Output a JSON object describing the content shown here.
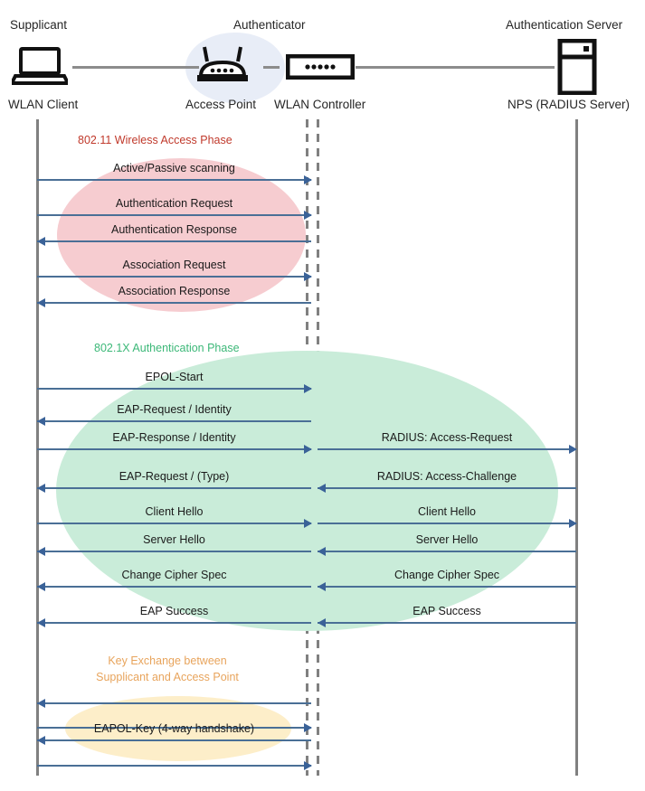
{
  "diagram": {
    "title": "802.1X / EAP WLAN authentication sequence",
    "colors": {
      "phase1": "#c0392b",
      "phase2": "#3cb878",
      "phase3": "#e8a45c",
      "arrow": "#4a6f96",
      "lifeline": "#808080",
      "blob_red": "#f6ccd0",
      "blob_green": "#c9ecd9",
      "blob_orange": "#fdeec9",
      "authenticator_blob": "#e8edf7"
    }
  },
  "actors": [
    {
      "role": "Supplicant",
      "device": "WLAN Client",
      "icon": "laptop-icon"
    },
    {
      "role": "Authenticator",
      "device": "Access Point",
      "icon": "access-point-icon"
    },
    {
      "role": "",
      "device": "WLAN Controller",
      "icon": "wlan-controller-icon"
    },
    {
      "role": "Authentication Server",
      "device": "NPS (RADIUS Server)",
      "icon": "server-icon"
    }
  ],
  "phases": [
    {
      "caption": "802.11 Wireless Access Phase",
      "caption_lines": [
        "802.11 Wireless Access Phase"
      ],
      "color": "#c0392b",
      "messages_left": [
        {
          "label": "Active/Passive scanning",
          "direction": "right"
        },
        {
          "label": "Authentication Request",
          "direction": "right"
        },
        {
          "label": "Authentication Response",
          "direction": "left"
        },
        {
          "label": "Association Request",
          "direction": "right"
        },
        {
          "label": "Association Response",
          "direction": "left"
        }
      ],
      "messages_right": []
    },
    {
      "caption": "802.1X Authentication Phase",
      "caption_lines": [
        "802.1X Authentication Phase"
      ],
      "color": "#3cb878",
      "messages_left": [
        {
          "label": "EPOL-Start",
          "direction": "right"
        },
        {
          "label": "EAP-Request / Identity",
          "direction": "left"
        },
        {
          "label": "EAP-Response / Identity",
          "direction": "right"
        },
        {
          "label": "EAP-Request / (Type)",
          "direction": "left"
        },
        {
          "label": "Client Hello",
          "direction": "right"
        },
        {
          "label": "Server Hello",
          "direction": "left"
        },
        {
          "label": "Change Cipher Spec",
          "direction": "left"
        },
        {
          "label": "EAP Success",
          "direction": "left"
        }
      ],
      "messages_right": [
        {
          "label": "RADIUS: Access-Request",
          "direction": "right"
        },
        {
          "label": "RADIUS: Access-Challenge",
          "direction": "left"
        },
        {
          "label": "Client Hello",
          "direction": "right"
        },
        {
          "label": "Server Hello",
          "direction": "left"
        },
        {
          "label": "Change Cipher Spec",
          "direction": "left"
        },
        {
          "label": "EAP Success",
          "direction": "left"
        }
      ]
    },
    {
      "caption": "Key Exchange between Supplicant and Access Point",
      "caption_lines": [
        "Key Exchange between",
        "Supplicant and Access Point"
      ],
      "color": "#e8a45c",
      "messages_left": [
        {
          "label": "",
          "direction": "left"
        },
        {
          "label": "",
          "direction": "right"
        },
        {
          "label": "EAPOL-Key (4-way handshake)",
          "direction": "left"
        },
        {
          "label": "",
          "direction": "right"
        }
      ],
      "messages_right": []
    }
  ],
  "labels": {
    "eapol_key": "EAPOL-Key (4-way handshake)",
    "key_exchange_l1": "Key Exchange between",
    "key_exchange_l2": "Supplicant and Access Point"
  }
}
